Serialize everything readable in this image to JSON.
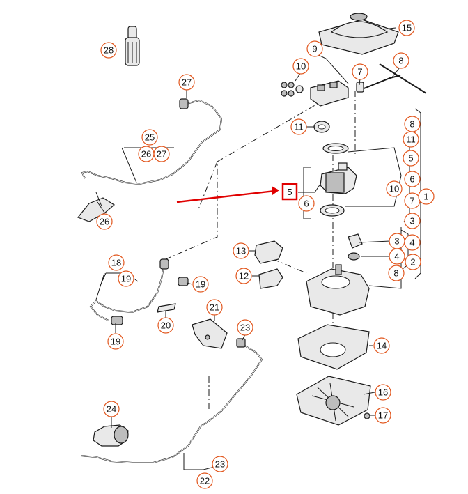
{
  "colors": {
    "callout_ring": "#e2571e",
    "highlight": "#e00000",
    "line": "#1a1a1a"
  },
  "callouts": [
    {
      "id": "c15",
      "text": "15"
    },
    {
      "id": "c28",
      "text": "28"
    },
    {
      "id": "c9",
      "text": "9"
    },
    {
      "id": "c10",
      "text": "10"
    },
    {
      "id": "c7",
      "text": "7"
    },
    {
      "id": "c8a",
      "text": "8"
    },
    {
      "id": "c27a",
      "text": "27"
    },
    {
      "id": "c11a",
      "text": "11"
    },
    {
      "id": "c8b",
      "text": "8"
    },
    {
      "id": "c11b",
      "text": "11"
    },
    {
      "id": "c25",
      "text": "25"
    },
    {
      "id": "c26a",
      "text": "26"
    },
    {
      "id": "c27b",
      "text": "27"
    },
    {
      "id": "c5b",
      "text": "5"
    },
    {
      "id": "c6b",
      "text": "6"
    },
    {
      "id": "c10b",
      "text": "10"
    },
    {
      "id": "c6a",
      "text": "6"
    },
    {
      "id": "c7b",
      "text": "7"
    },
    {
      "id": "c1",
      "text": "1"
    },
    {
      "id": "c26b",
      "text": "26"
    },
    {
      "id": "c3a",
      "text": "3"
    },
    {
      "id": "c13",
      "text": "13"
    },
    {
      "id": "c3b",
      "text": "3"
    },
    {
      "id": "c4a",
      "text": "4"
    },
    {
      "id": "c4b",
      "text": "4"
    },
    {
      "id": "c2",
      "text": "2"
    },
    {
      "id": "c18",
      "text": "18"
    },
    {
      "id": "c12",
      "text": "12"
    },
    {
      "id": "c19a",
      "text": "19"
    },
    {
      "id": "c8c",
      "text": "8"
    },
    {
      "id": "c19b",
      "text": "19"
    },
    {
      "id": "c20",
      "text": "20"
    },
    {
      "id": "c21",
      "text": "21"
    },
    {
      "id": "c23a",
      "text": "23"
    },
    {
      "id": "c19c",
      "text": "19"
    },
    {
      "id": "c14",
      "text": "14"
    },
    {
      "id": "c16",
      "text": "16"
    },
    {
      "id": "c24",
      "text": "24"
    },
    {
      "id": "c17",
      "text": "17"
    },
    {
      "id": "c23b",
      "text": "23"
    },
    {
      "id": "c22",
      "text": "22"
    }
  ],
  "highlight_label": "5"
}
